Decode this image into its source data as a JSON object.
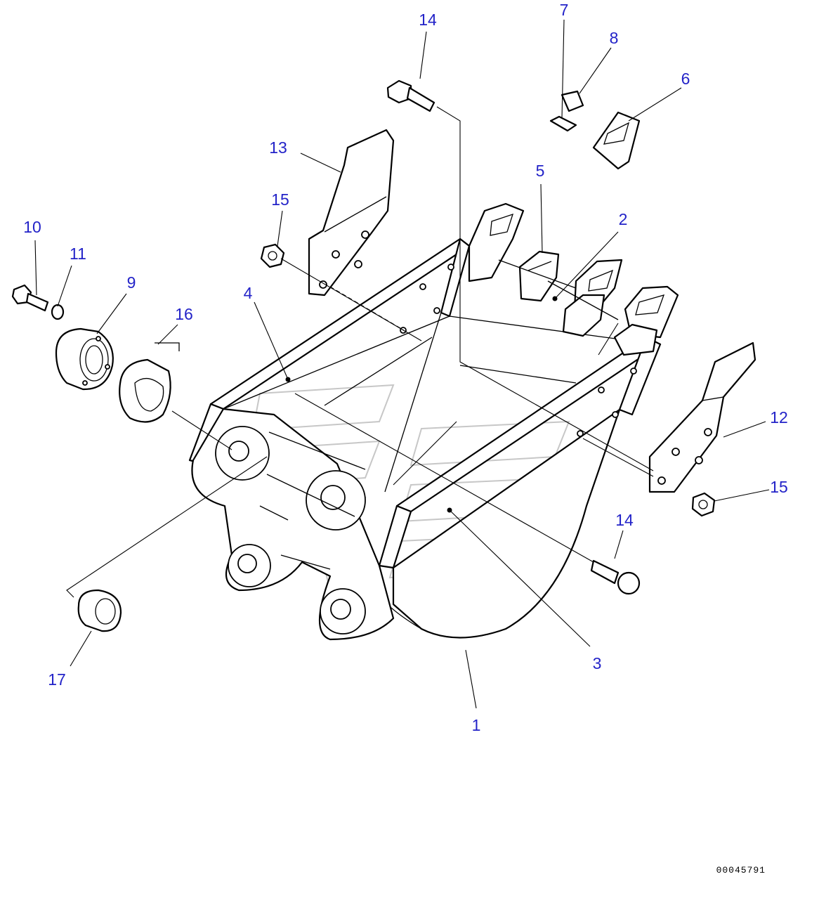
{
  "callouts": {
    "c1": "1",
    "c2": "2",
    "c3": "3",
    "c4": "4",
    "c5": "5",
    "c6": "6",
    "c7": "7",
    "c8": "8",
    "c9": "9",
    "c10": "10",
    "c11": "11",
    "c12": "12",
    "c13": "13",
    "c14a": "14",
    "c14b": "14",
    "c15a": "15",
    "c15b": "15",
    "c16": "16",
    "c17": "17"
  },
  "drawing_number": "00045791",
  "colors": {
    "callout": "#2323c8",
    "line": "#000000",
    "watermark": "#c7c7c7"
  }
}
